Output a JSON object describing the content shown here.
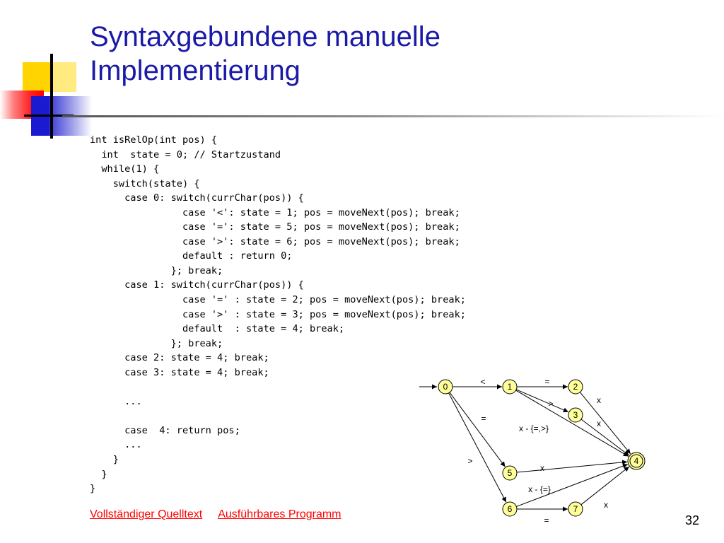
{
  "slide": {
    "title_line1": "Syntaxgebundene manuelle",
    "title_line2": "Implementierung",
    "page_number": "32"
  },
  "code_lines": [
    "int isRelOp(int pos) {",
    "  int  state = 0; // Startzustand",
    "  while(1) {",
    "    switch(state) {",
    "      case 0: switch(currChar(pos)) {",
    "                case '<': state = 1; pos = moveNext(pos); break;",
    "                case '=': state = 5; pos = moveNext(pos); break;",
    "                case '>': state = 6; pos = moveNext(pos); break;",
    "                default : return 0;",
    "              }; break;",
    "      case 1: switch(currChar(pos)) {",
    "                case '=' : state = 2; pos = moveNext(pos); break;",
    "                case '>' : state = 3; pos = moveNext(pos); break;",
    "                default  : state = 4; break;",
    "              }; break;",
    "      case 2: state = 4; break;",
    "      case 3: state = 4; break;",
    "",
    "      ...",
    "",
    "      case  4: return pos;",
    "      ...",
    "    }",
    "  }",
    "}"
  ],
  "links": {
    "source_link": "Vollständiger Quelltext",
    "program_link": "Ausführbares Programm"
  },
  "diagram": {
    "states": [
      "0",
      "1",
      "2",
      "3",
      "4",
      "5",
      "6",
      "7"
    ],
    "final_state": "4",
    "transitions": [
      {
        "from": "0",
        "to": "1",
        "label": "<"
      },
      {
        "from": "1",
        "to": "2",
        "label": "="
      },
      {
        "from": "1",
        "to": "3",
        "label": ">"
      },
      {
        "from": "1",
        "to": "4",
        "label": "x - {=,>}"
      },
      {
        "from": "2",
        "to": "4",
        "label": "x"
      },
      {
        "from": "3",
        "to": "4",
        "label": "x"
      },
      {
        "from": "0",
        "to": "5",
        "label": "="
      },
      {
        "from": "5",
        "to": "4",
        "label": "x"
      },
      {
        "from": "0",
        "to": "6",
        "label": ">"
      },
      {
        "from": "6",
        "to": "4",
        "label": "x - {=}"
      },
      {
        "from": "6",
        "to": "7",
        "label": "="
      },
      {
        "from": "7",
        "to": "4",
        "label": "x"
      }
    ]
  },
  "colors": {
    "title": "#1a1aa8",
    "link": "#ff0000",
    "state_fill": "#ffff99"
  }
}
